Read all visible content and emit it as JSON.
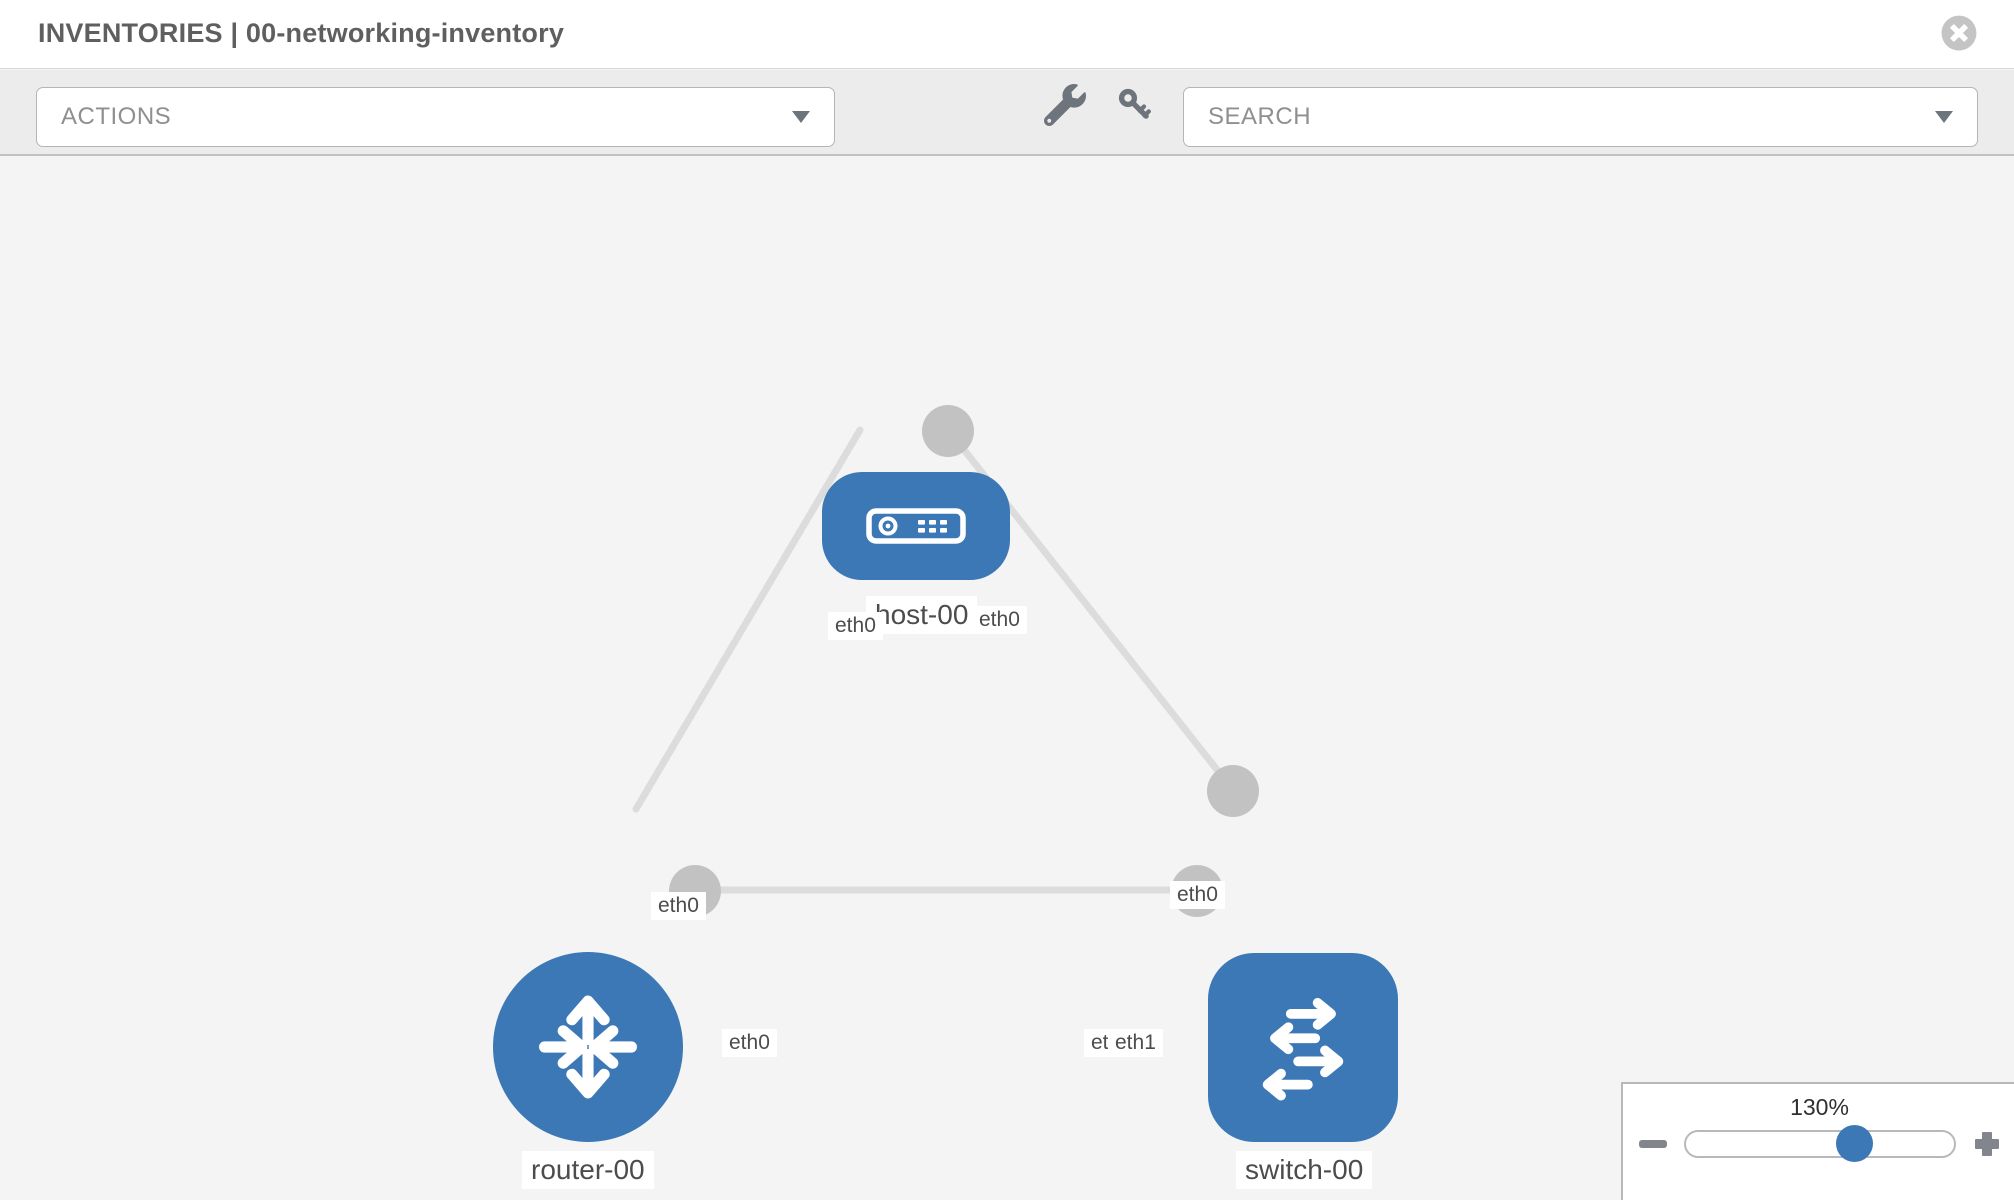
{
  "header": {
    "title": "INVENTORIES | 00-networking-inventory",
    "close_icon": "times-circle-icon"
  },
  "toolbar": {
    "actions_label": "ACTIONS",
    "search_label": "SEARCH",
    "tool_icons": [
      "wrench-icon",
      "key-icon"
    ]
  },
  "topology": {
    "nodes": [
      {
        "id": "host-00",
        "type": "host",
        "label": "host-00",
        "icon": "server-icon"
      },
      {
        "id": "router-00",
        "type": "router",
        "label": "router-00",
        "icon": "router-arrows-icon"
      },
      {
        "id": "switch-00",
        "type": "switch",
        "label": "switch-00",
        "icon": "switch-arrows-icon"
      }
    ],
    "links": [
      {
        "from": "host-00",
        "from_iface": "eth0",
        "to": "router-00",
        "to_iface": "eth0"
      },
      {
        "from": "host-00",
        "from_iface": "eth0",
        "to": "switch-00",
        "to_iface": "eth0"
      },
      {
        "from": "router-00",
        "from_iface": "eth0",
        "to": "switch-00",
        "to_iface": "eth1",
        "overlapped_iface_label": "eth0"
      }
    ],
    "colors": {
      "node_blue": "#3b78b5",
      "link_gray": "#dcdcdc",
      "connector_gray": "#c2c2c2"
    }
  },
  "zoom_control": {
    "level": "130%",
    "minus_icon": "minus-icon",
    "plus_icon": "plus-icon",
    "knob_color": "#3b78b5"
  }
}
